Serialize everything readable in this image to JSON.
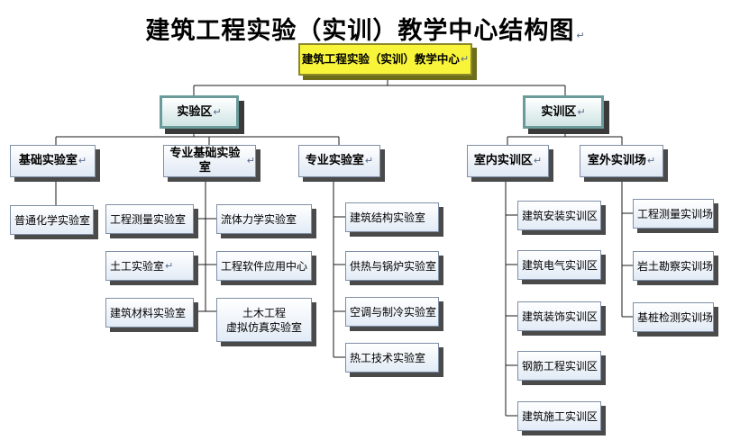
{
  "title": "建筑工程实验（实训）教学中心结构图",
  "paragraph_mark": "↵",
  "root": "建筑工程实验（实训）教学中心",
  "zones": {
    "lab": "实验区",
    "training": "实训区"
  },
  "labs": {
    "basic": "基础实验室",
    "professional_basic": "专业基础实验室",
    "professional": "专业实验室"
  },
  "training_areas": {
    "indoor": "室内实训区",
    "outdoor": "室外实训场"
  },
  "basic_children": [
    "普通化学实验室"
  ],
  "professional_basic_left": [
    "工程测量实验室",
    "土工实验室",
    "建筑材料实验室"
  ],
  "professional_basic_right": [
    "流体力学实验室",
    "工程软件应用中心",
    "土木工程",
    "虚拟仿真实验室"
  ],
  "professional_children": [
    "建筑结构实验室",
    "供热与锅炉实验室",
    "空调与制冷实验室",
    "热工技术实验室"
  ],
  "indoor_children": [
    "建筑安装实训区",
    "建筑电气实训区",
    "建筑装饰实训区",
    "钢筋工程实训区",
    "建筑施工实训区"
  ],
  "outdoor_children": [
    "工程测量实训场",
    "岩土勘察实训场",
    "基桩检测实训场"
  ]
}
